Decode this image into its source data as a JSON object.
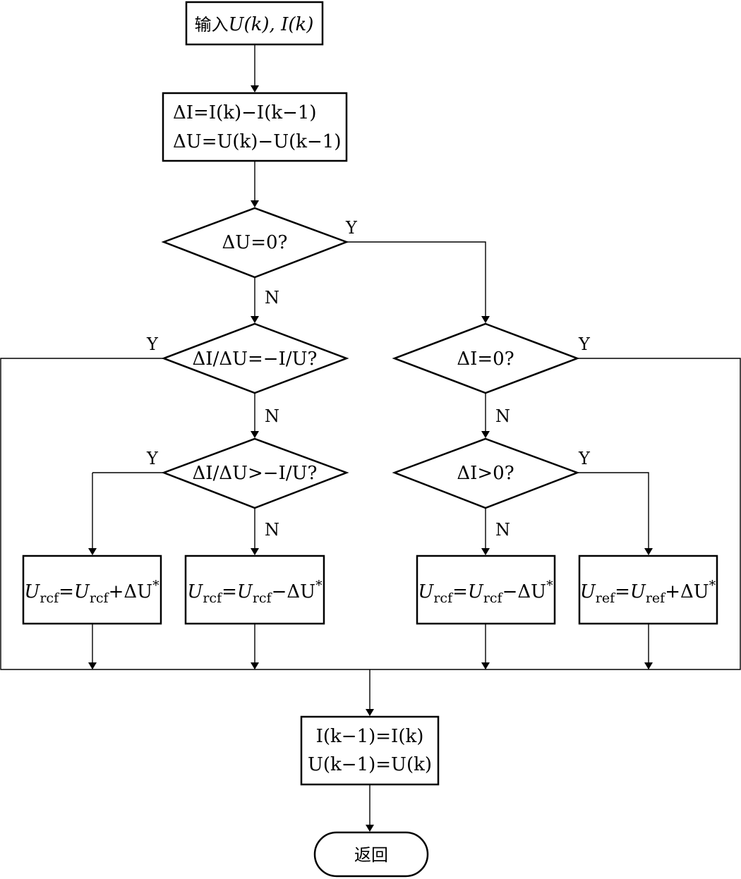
{
  "start": {
    "prefix": "输入",
    "formula": "U(k), I(k)"
  },
  "diff": {
    "line1": "ΔI=I(k)−I(k−1)",
    "line2": "ΔU=U(k)−U(k−1)"
  },
  "decisions": {
    "du_zero": "ΔU=0?",
    "slope_equal": "ΔI/ΔU=−I/U?",
    "slope_greater": "ΔI/ΔU>−I/U?",
    "di_zero": "ΔI=0?",
    "di_positive": "ΔI>0?"
  },
  "labels": {
    "yes": "Y",
    "no": "N"
  },
  "updates": {
    "box1": {
      "lhs": "U",
      "lhs_sub": "rcf",
      "eq": "=",
      "rhs": "U",
      "rhs_sub": "rcf",
      "op": "+ΔU",
      "star": "*"
    },
    "box2": {
      "lhs": "U",
      "lhs_sub": "rcf",
      "eq": "=",
      "rhs": "U",
      "rhs_sub": "rcf",
      "op": "−ΔU",
      "star": "*"
    },
    "box3": {
      "lhs": "U",
      "lhs_sub": "rcf",
      "eq": "=",
      "rhs": "U",
      "rhs_sub": "rcf",
      "op": "−ΔU",
      "star": "*"
    },
    "box4": {
      "lhs": "U",
      "lhs_sub": "ref",
      "eq": "=",
      "rhs": "U",
      "rhs_sub": "ref",
      "op": "+ΔU",
      "star": "*"
    }
  },
  "store": {
    "line1": "I(k−1)=I(k)",
    "line2": "U(k−1)=U(k)"
  },
  "end": {
    "label": "返回"
  }
}
